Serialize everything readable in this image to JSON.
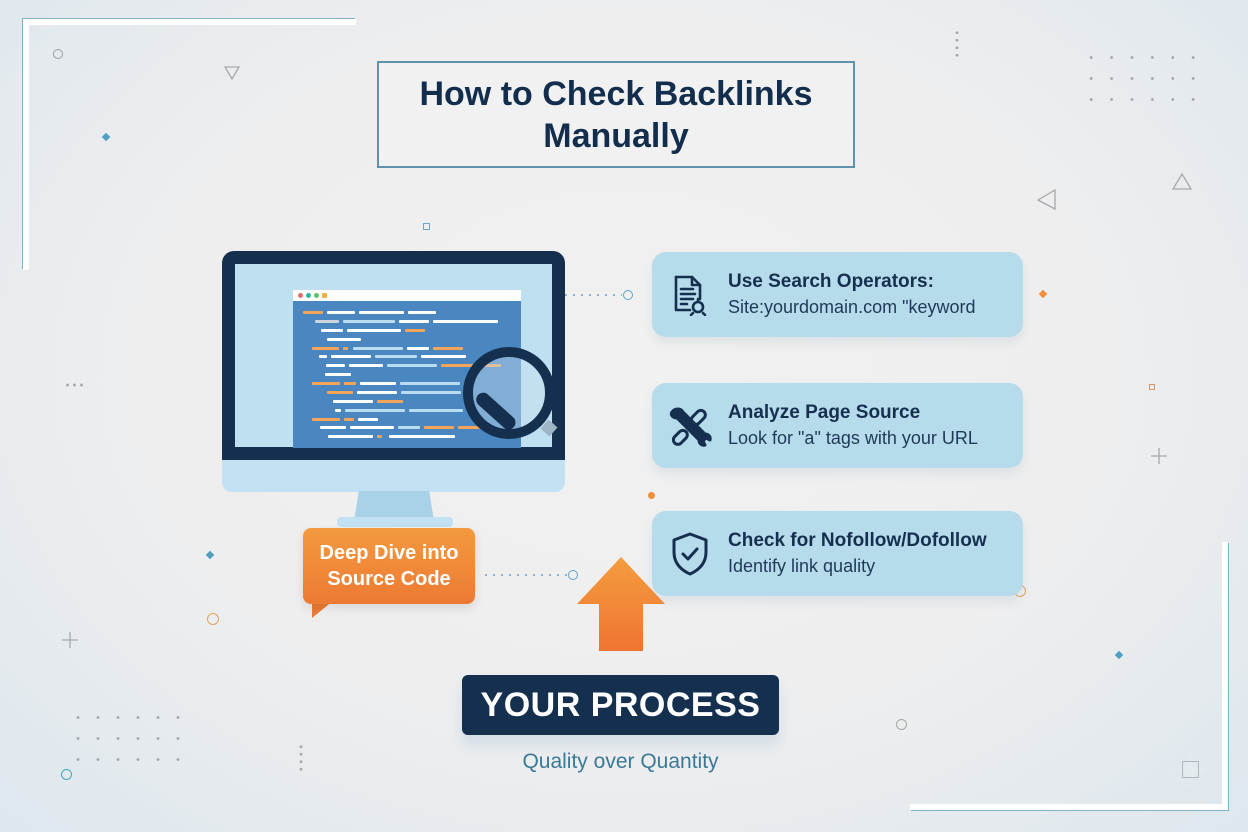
{
  "title": "How to Check Backlinks Manually",
  "monitor": {
    "window_dots": [
      "#e56a6a",
      "#27b89a",
      "#5cc26a",
      "#f4ae44"
    ],
    "code_colors": {
      "white": "#ffffff",
      "light": "#b9dcf2",
      "orange": "#f5a55a",
      "background": "#4a86bf"
    }
  },
  "callout": {
    "label": "Deep Dive into Source Code",
    "line1": "Deep Dive into",
    "line2": "Source Code"
  },
  "steps": [
    {
      "icon": "document-badge-icon",
      "title": "Use Search Operators:",
      "subtitle": "Site:yourdomain.com \"keyword"
    },
    {
      "icon": "tools-icon",
      "title": "Analyze Page Source",
      "subtitle": "Look for \"a\" tags with your URL"
    },
    {
      "icon": "shield-check-icon",
      "title": "Check for Nofollow/Dofollow",
      "subtitle": "Identify link quality"
    }
  ],
  "process": {
    "label": "YOUR PROCESS",
    "tagline": "Quality over Quantity"
  },
  "colors": {
    "navy": "#15304f",
    "card_blue": "#b6dbea",
    "orange": "#f08a38",
    "accent_teal": "#5ea3c0",
    "tagline": "#3b7996"
  }
}
